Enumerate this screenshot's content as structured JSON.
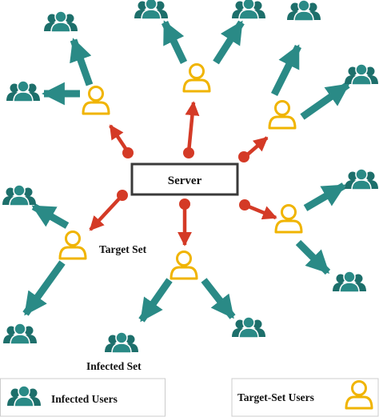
{
  "server": {
    "label": "Server"
  },
  "labels": {
    "target_set": "Target Set",
    "infected_set": "Infected Set"
  },
  "legend": {
    "infected_users": "Infected Users",
    "target_set_users": "Target-Set  Users"
  },
  "colors": {
    "teal": "#2a8a86",
    "gold": "#f0b400",
    "red": "#d43a26",
    "box_border": "#3a3a3a",
    "legend_border": "#cccccc"
  },
  "icons": {
    "target_user": "single-person-outline-icon",
    "infected_group": "person-group-icon"
  }
}
